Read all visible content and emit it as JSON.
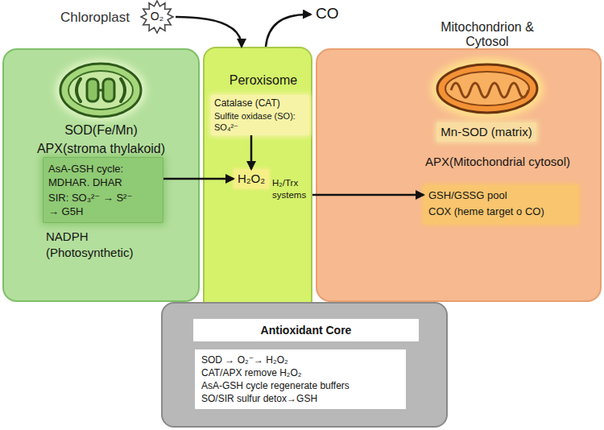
{
  "diagram": {
    "nodes": [
      {
        "text": [
          "Chloroplast",
          "SOD(Fe/Mn)",
          "APX(stroma thylakoid)",
          "NADPH (Photosynthetic)"
        ]
      },
      {
        "text": [
          "AsA-GSH cycle: MDHAR. DHAR",
          "SIR: SO₃²⁻ → S²⁻ → G5H"
        ],
        "in": 0
      },
      {
        "text": [
          "O₂"
        ]
      },
      {
        "text": [
          "Peroxisome",
          "H₂/Trx systems"
        ]
      },
      {
        "text": [
          "Catalase (CAT)",
          "Sulfite oxidase (SO): SO₄²⁻"
        ],
        "in": 3
      },
      {
        "text": [
          "H₂O₂"
        ],
        "in": 3
      },
      {
        "text": [
          "Mitochondrion & Cytosol",
          "APX(Mitochondrial cytosol)"
        ]
      },
      {
        "text": [
          "Mn-SOD (matrix)"
        ],
        "in": 6
      },
      {
        "text": [
          "GSH/GSSG pool",
          "COX (heme target o CO)"
        ],
        "in": 6
      },
      {
        "text": [
          "Antioxidant Core",
          "SOD → O₂⁻→ H₂O₂",
          "CAT/APX remove H₂O₂",
          "AsA-GSH cycle regenerate buffers",
          "SO/SIR sulfur detox→GSH"
        ]
      }
    ],
    "edges": [
      {
        "from": 2,
        "to": 3,
        "arrow": "to"
      },
      {
        "from": 4,
        "to": 5,
        "arrow": "to"
      },
      {
        "from": 1,
        "to": 5,
        "arrow": "to"
      },
      {
        "from": 3,
        "to": 8,
        "arrow": "to"
      }
    ],
    "labels": [
      "CO"
    ]
  }
}
